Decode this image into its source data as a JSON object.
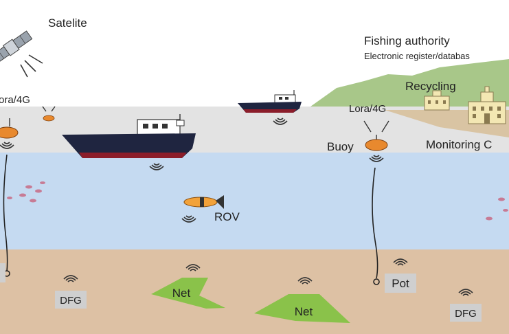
{
  "labels": {
    "satellite": "Satelite",
    "fishing_authority": "Fishing authority",
    "register": "Electronic register/databas",
    "recycling": "Recycling",
    "lora_left": "ora/4G",
    "lora_right": "Lora/4G",
    "buoy": "Buoy",
    "monitoring": "Monitoring C",
    "rov": "ROV",
    "net_1": "Net",
    "net_2": "Net",
    "dfg_1": "DFG",
    "dfg_2": "DFG",
    "pot": "Pot"
  },
  "colors": {
    "sky": "#ffffff",
    "surface": "#e3e3e3",
    "water": "#c5daf1",
    "seabed": "#ddc1a4",
    "hill": "#a8c789",
    "land": "#d9c4a3",
    "net": "#8ac24a",
    "hull": "#1f2540",
    "hull_stripe": "#8b1d2a",
    "buoy": "#e8892e",
    "tag": "#cfcfcf",
    "fish": "#c77b95",
    "rov": "#f2a23a"
  },
  "icons": {
    "satellite": "satellite-icon",
    "signal": "wireless-signal-icon",
    "building": "building-icon"
  }
}
